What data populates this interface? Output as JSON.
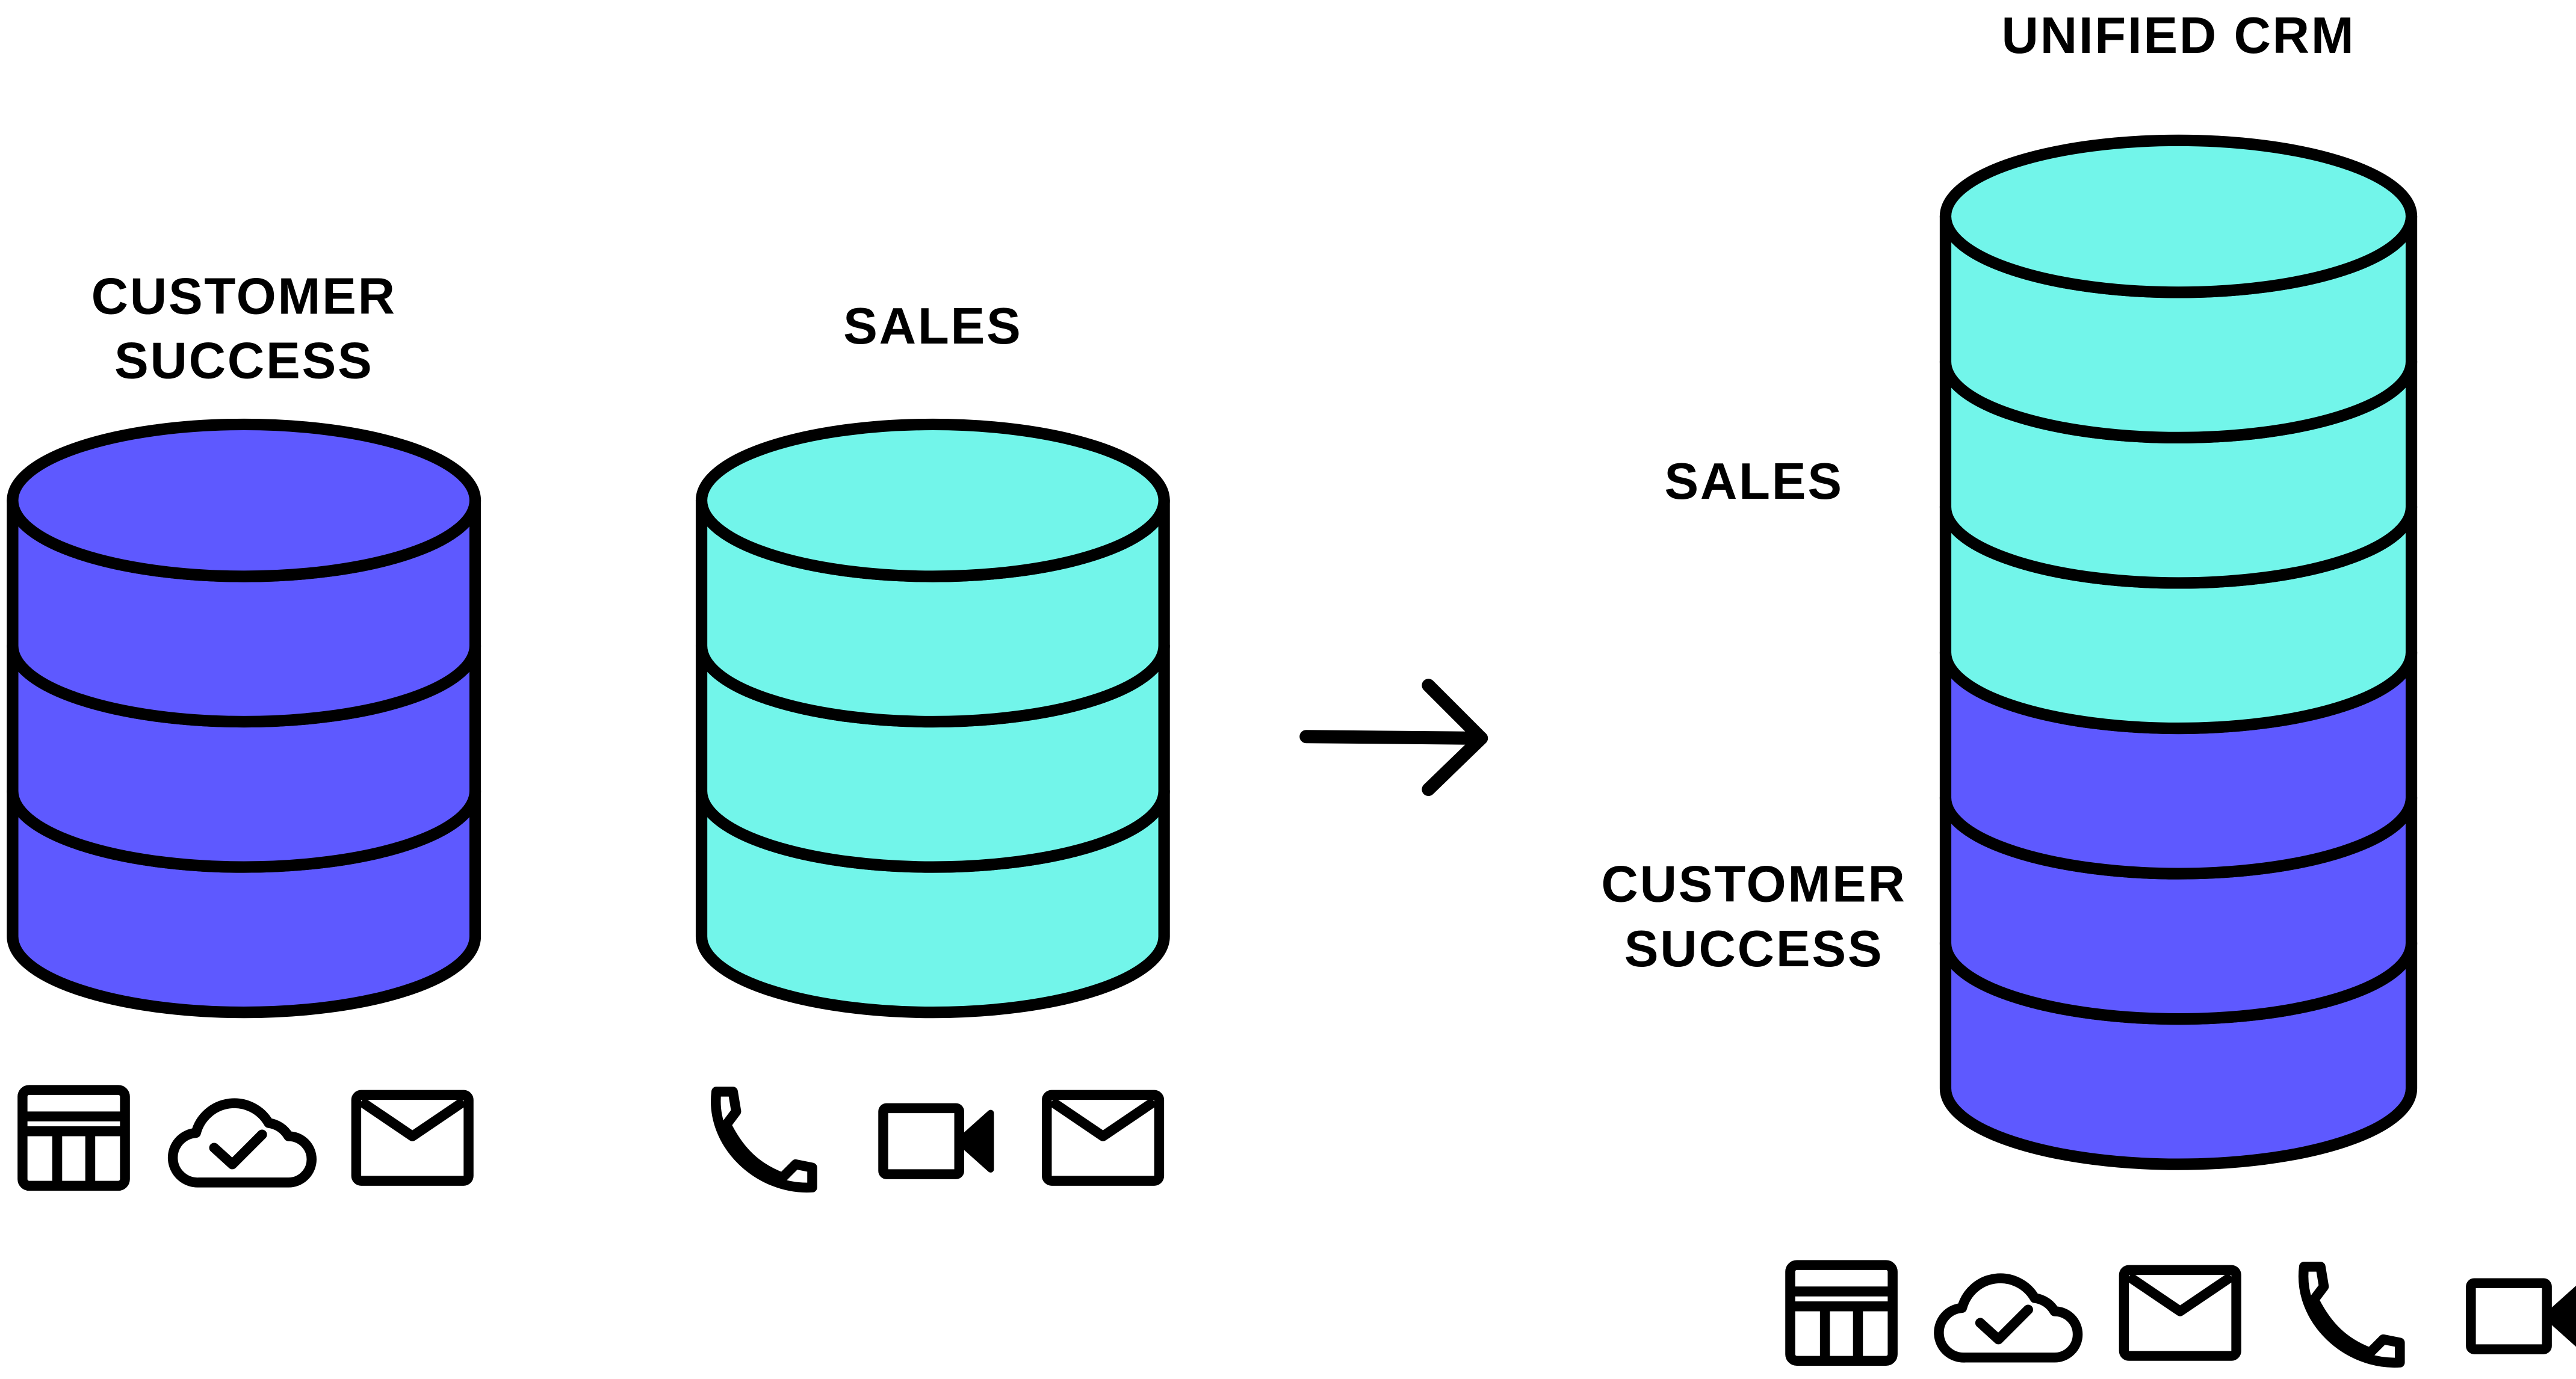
{
  "colors": {
    "customer_success": "#5E59FF",
    "sales": "#72F5EA",
    "stroke": "#000000",
    "background": "#FFFFFF"
  },
  "left_db": {
    "label_line1": "CUSTOMER",
    "label_line2": "SUCCESS",
    "segments": 3,
    "icons": [
      "table-icon",
      "cloud-check-icon",
      "mail-icon"
    ]
  },
  "middle_db": {
    "label": "SALES",
    "segments": 3,
    "icons": [
      "phone-icon",
      "video-icon",
      "mail-icon"
    ]
  },
  "arrow": {
    "icon": "arrow-right-icon"
  },
  "unified_db": {
    "title": "UNIFIED CRM",
    "sales_label": "SALES",
    "cs_label_line1": "CUSTOMER",
    "cs_label_line2": "SUCCESS",
    "sales_segments": 3,
    "customer_success_segments": 3,
    "icons": [
      "table-icon",
      "cloud-check-icon",
      "mail-icon",
      "phone-icon",
      "video-icon"
    ]
  }
}
